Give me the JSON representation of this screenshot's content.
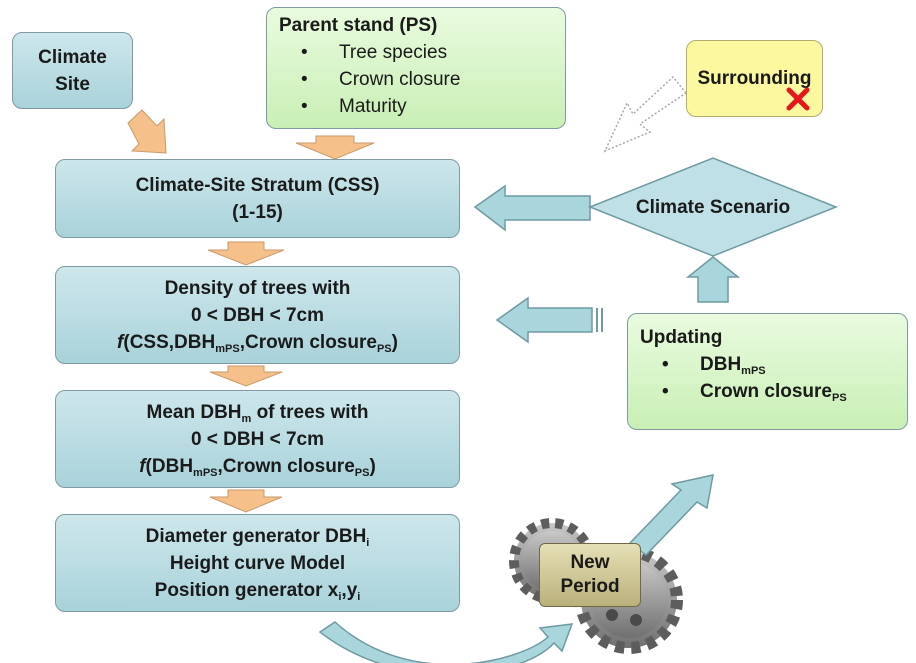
{
  "climate_site": {
    "line1": "Climate",
    "line2": "Site"
  },
  "parent_stand": {
    "title": "Parent stand (PS)",
    "items": [
      "Tree species",
      "Crown closure",
      "Maturity"
    ]
  },
  "surrounding": {
    "label": "Surrounding"
  },
  "css_box": {
    "line1": "Climate-Site Stratum (CSS)",
    "line2": "(1-15)"
  },
  "climate_scenario": {
    "label": "Climate Scenario"
  },
  "density_box": {
    "line1": "Density of trees with",
    "line2": "0 < DBH < 7cm",
    "f": "f",
    "rest_a": "(CSS,DBH",
    "sub_a": "mPS",
    "rest_b": ",Crown closure",
    "sub_b": "PS",
    "close": ")"
  },
  "mean_box": {
    "line1_a": "Mean DBH",
    "line1_sub": "m",
    "line1_b": " of trees with",
    "line2": "0 < DBH < 7cm",
    "f": "f",
    "rest_a": "(DBH",
    "sub_a": "mPS",
    "rest_b": ",Crown closure",
    "sub_b": "PS",
    "close": ")"
  },
  "generator_box": {
    "line1_a": "Diameter generator DBH",
    "line1_sub": "i",
    "line2": "Height curve Model",
    "line3_a": "Position generator x",
    "line3_sub1": "i",
    "line3_mid": ",y",
    "line3_sub2": "i"
  },
  "updating": {
    "title": "Updating",
    "item1_a": "DBH",
    "item1_sub": "mPS",
    "item2_a": "Crown closure",
    "item2_sub": "PS"
  },
  "new_period": {
    "line1": "New",
    "line2": "Period"
  },
  "colors": {
    "blue_box": "#bfe0e6",
    "green_box": "#d6f5c6",
    "yellow_box": "#fbf8a0",
    "orange_arrow": "#f5c08a",
    "teal_arrow": "#a9d6dc",
    "cross": "#e8151b",
    "gear": "#8f8f8f"
  }
}
